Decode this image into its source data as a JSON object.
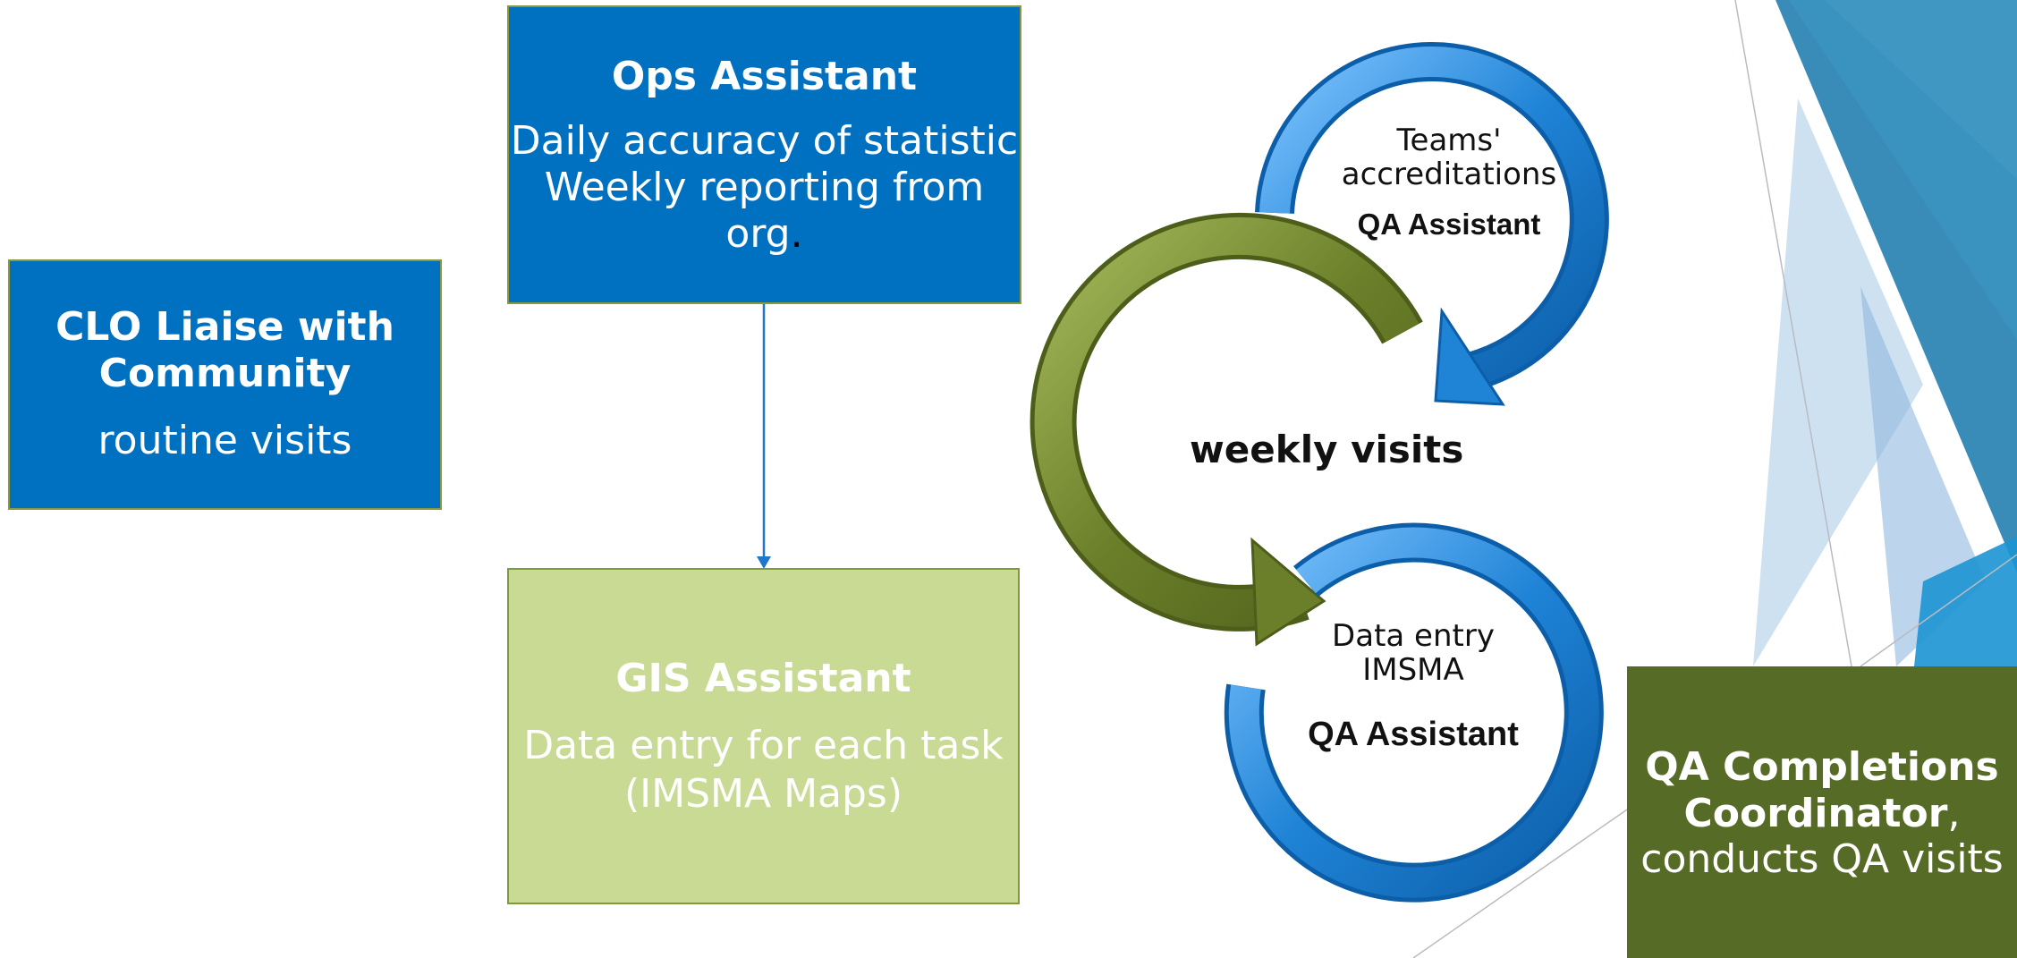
{
  "ops": {
    "title": "Ops Assistant",
    "line1": "Daily accuracy of statistic",
    "line2": "Weekly reporting from",
    "line3": "org",
    "line3_suffix": "."
  },
  "clo": {
    "title_line1": "CLO Liaise with",
    "title_line2": "Community",
    "subtitle": "routine visits"
  },
  "gis": {
    "title": "GIS Assistant",
    "line1": "Data entry for each task",
    "line2": "(IMSMA Maps)"
  },
  "qa_coord": {
    "title_line1": "QA Completions",
    "title_line2": "Coordinator",
    "title_suffix": ",",
    "line3": "conducts QA visits"
  },
  "cycle": {
    "top_line1": "Teams'",
    "top_line2": "accreditations",
    "top_role": "QA Assistant",
    "middle": "weekly visits",
    "bottom_line1": "Data entry",
    "bottom_line2": "IMSMA",
    "bottom_role": "QA Assistant"
  },
  "colors": {
    "box_blue": "#0070c0",
    "box_green_light": "#c8da93",
    "box_green_dark": "#556b26",
    "arrow_blue": "#2b8ad8",
    "arrow_olive": "#6b7f2a"
  },
  "icons": {
    "top_arrow": "circular-arrow-blue",
    "middle_arrow": "circular-arrow-green",
    "bottom_arrow": "circular-ring-blue"
  }
}
